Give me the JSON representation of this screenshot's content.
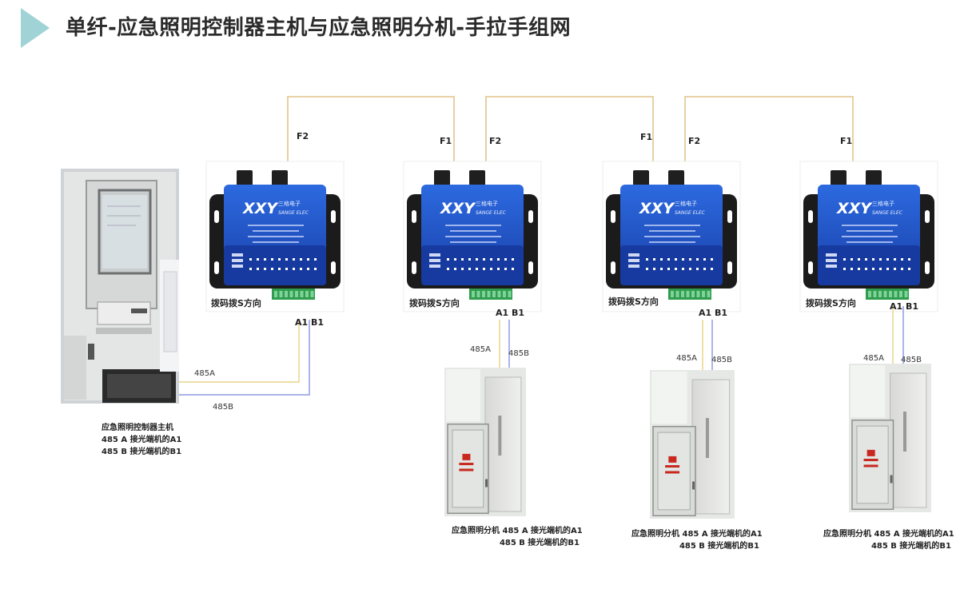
{
  "title": "单纤-应急照明控制器主机与应急照明分机-手拉手组网",
  "colors": {
    "fiber": "#e3c48b",
    "wire_a": "#e9d68a",
    "wire_b": "#8e9be0",
    "modem_blue": "#1e4fc8",
    "triangle": "#9fd3d6"
  },
  "modems": [
    {
      "name": "modem-1",
      "brand": "SANGE ELEC",
      "logo": "XXY",
      "brand_cn": "三格电子",
      "ports": [
        "F2"
      ],
      "dip_label": "拨码拨S方向",
      "term": "A1 B1"
    },
    {
      "name": "modem-2",
      "brand": "SANGE ELEC",
      "logo": "XXY",
      "brand_cn": "三格电子",
      "ports": [
        "F1",
        "F2"
      ],
      "dip_label": "拨码拨S方向",
      "term": "A1 B1"
    },
    {
      "name": "modem-3",
      "brand": "SANGE ELEC",
      "logo": "XXY",
      "brand_cn": "三格电子",
      "ports": [
        "F1",
        "F2"
      ],
      "dip_label": "拨码拨S方向",
      "term": "A1 B1"
    },
    {
      "name": "modem-4",
      "brand": "SANGE ELEC",
      "logo": "XXY",
      "brand_cn": "三格电子",
      "ports": [
        "F1"
      ],
      "dip_label": "拨码拨S方向",
      "term": "A1 B1"
    }
  ],
  "host": {
    "wire_a": "485A",
    "wire_b": "485B",
    "caption": [
      "应急照明控制器主机",
      "485 A 接光端机的A1",
      "485 B 接光端机的B1"
    ]
  },
  "slaves": [
    {
      "wire_a": "485A",
      "wire_b": "485B",
      "caption": [
        "应急照明分机 485 A 接光端机的A1",
        "485 B 接光端机的B1"
      ]
    },
    {
      "wire_a": "485A",
      "wire_b": "485B",
      "caption": [
        "应急照明分机 485 A 接光端机的A1",
        "485 B 接光端机的B1"
      ]
    },
    {
      "wire_a": "485A",
      "wire_b": "485B",
      "caption": [
        "应急照明分机 485 A 接光端机的A1",
        "485 B 接光端机的B1"
      ]
    }
  ]
}
